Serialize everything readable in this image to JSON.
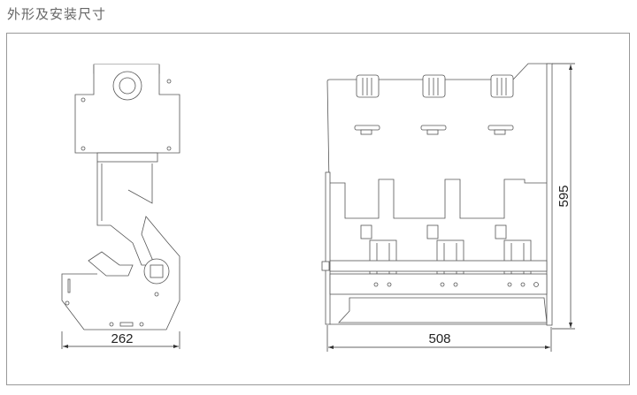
{
  "title": "外形及安装尺寸",
  "dimensions": {
    "side_width": "262",
    "front_width": "508",
    "height": "595"
  },
  "colors": {
    "line": "#555555",
    "frame": "#999999",
    "title": "#666666"
  }
}
